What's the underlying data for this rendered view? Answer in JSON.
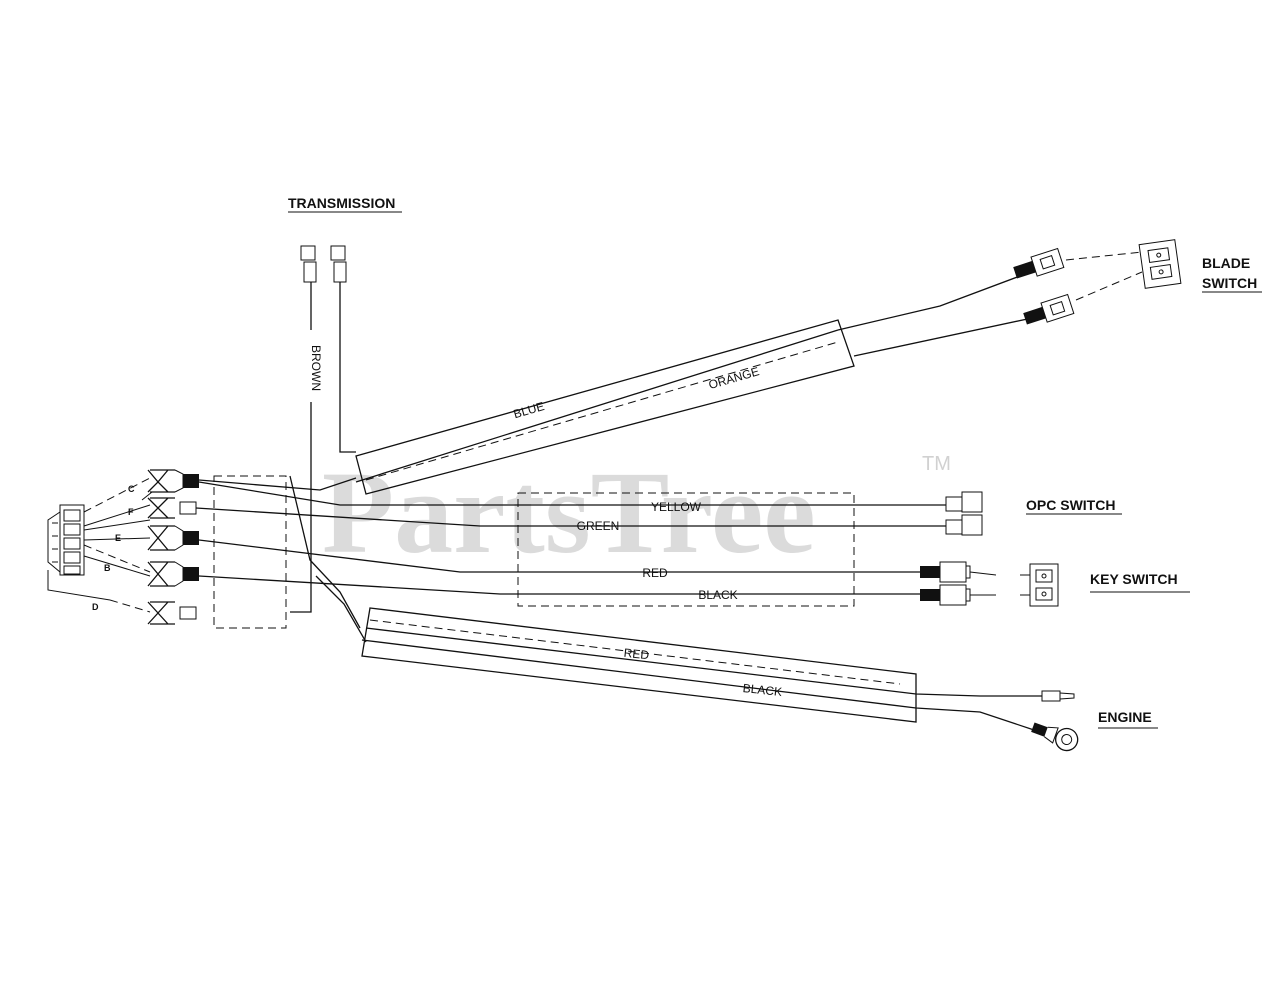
{
  "labels": {
    "transmission": "TRANSMISSION",
    "blade_switch_line1": "BLADE",
    "blade_switch_line2": "SWITCH",
    "opc_switch": "OPC SWITCH",
    "key_switch": "KEY SWITCH",
    "engine": "ENGINE"
  },
  "wires": {
    "brown": "BROWN",
    "blue": "BLUE",
    "orange": "ORANGE",
    "yellow": "YELLOW",
    "green": "GREEN",
    "red_key": "RED",
    "black_key": "BLACK",
    "red_engine": "RED",
    "black_engine": "BLACK"
  },
  "pins": {
    "c": "C",
    "f": "F",
    "e": "E",
    "b": "B",
    "d": "D"
  },
  "watermark": {
    "text": "PartsTree",
    "trademark": "TM"
  }
}
